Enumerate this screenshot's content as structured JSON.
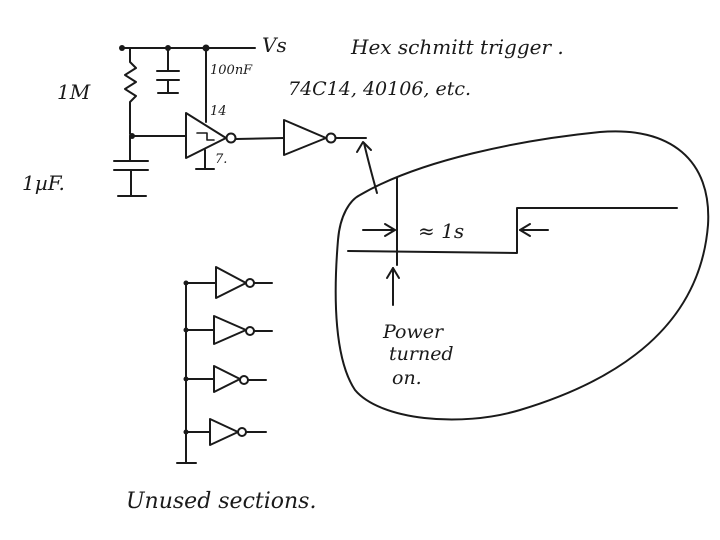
{
  "labels": {
    "supply": "Vs",
    "title": "Hex schmitt trigger .",
    "parts": "74C14, 40106, etc.",
    "resistor": "1M",
    "cap_small": "100nF",
    "pin_vcc": "14",
    "pin_gnd": "7.",
    "cap_big": "1µF.",
    "delay": "≈ 1s",
    "power_line1": "Power",
    "power_line2": "turned",
    "power_line3": "on.",
    "unused": "Unused sections."
  },
  "colors": {
    "ink": "#1a1a1a",
    "paper": "#ffffff"
  }
}
